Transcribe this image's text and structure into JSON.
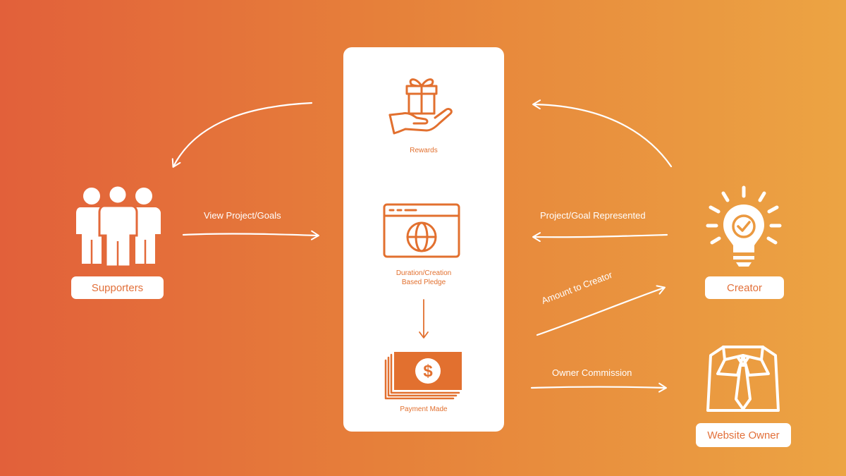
{
  "panel": {
    "rewards_label": "Rewards",
    "pledge_label_line1": "Duration/Creation",
    "pledge_label_line2": "Based Pledge",
    "payment_label": "Payment Made"
  },
  "actors": {
    "supporters": "Supporters",
    "creator": "Creator",
    "website_owner": "Website Owner"
  },
  "flows": {
    "view_project": "View Project/Goals",
    "project_represented": "Project/Goal Represented",
    "amount_to_creator": "Amount to Creator",
    "owner_commission": "Owner Commission"
  },
  "icons": {
    "rewards": "gift-in-hand-icon",
    "pledge": "browser-globe-icon",
    "payment": "money-stack-icon",
    "supporters": "people-group-icon",
    "creator": "lightbulb-check-icon",
    "website_owner": "shirt-tie-icon"
  },
  "colors": {
    "accent": "#e2702f",
    "background_left": "#e2603a",
    "background_right": "#eca443",
    "white": "#ffffff"
  }
}
